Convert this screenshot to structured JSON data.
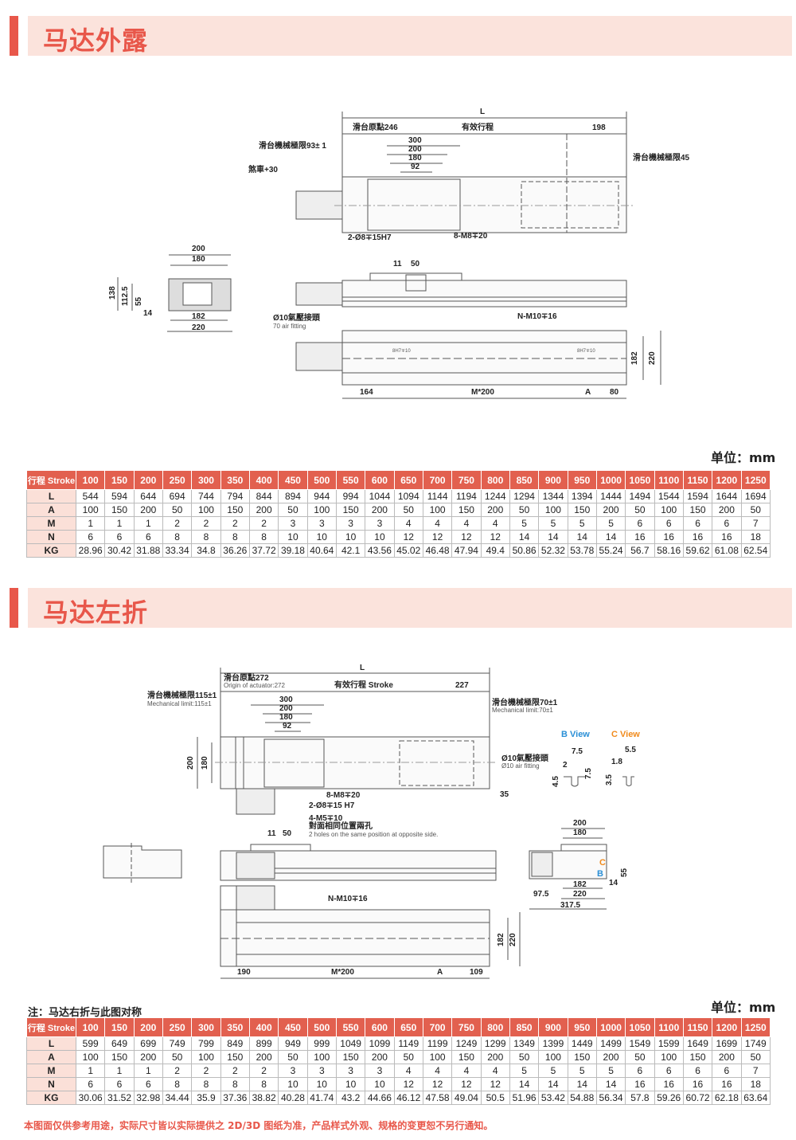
{
  "section1": {
    "title": "马达外露",
    "unit": "单位：mm",
    "drawing": {
      "L": "L",
      "origin": "滑台原點246",
      "stroke": "有效行程",
      "right_len": "198",
      "d300": "300",
      "d200": "200",
      "d180": "180",
      "d92": "92",
      "mech_limit_left": "滑台機械極限93± 1",
      "brake": "煞車+30",
      "mech_limit_right": "滑台機械極限45",
      "pin_holes": "2-Ø8∓15H7",
      "tap_holes": "8-M8∓20",
      "end_200": "200",
      "end_180": "180",
      "end_138": "138",
      "end_112": "112.5",
      "end_55": "55",
      "end_14": "14",
      "end_182": "182",
      "end_220": "220",
      "side_11": "11",
      "side_50": "50",
      "air_fitting_cn": "Ø10氣壓接頭",
      "air_fitting_en": "70 air fitting",
      "mount_holes": "N-M10∓16",
      "pin_left": "8H7∓10",
      "pin_right": "8H7∓10",
      "h182": "182",
      "h220": "220",
      "b164": "164",
      "bM200": "M*200",
      "bA": "A",
      "b80": "80"
    },
    "table": {
      "header": [
        "行程 Stroke",
        "100",
        "150",
        "200",
        "250",
        "300",
        "350",
        "400",
        "450",
        "500",
        "550",
        "600",
        "650",
        "700",
        "750",
        "800",
        "850",
        "900",
        "950",
        "1000",
        "1050",
        "1100",
        "1150",
        "1200",
        "1250"
      ],
      "rows": [
        [
          "L",
          "544",
          "594",
          "644",
          "694",
          "744",
          "794",
          "844",
          "894",
          "944",
          "994",
          "1044",
          "1094",
          "1144",
          "1194",
          "1244",
          "1294",
          "1344",
          "1394",
          "1444",
          "1494",
          "1544",
          "1594",
          "1644",
          "1694"
        ],
        [
          "A",
          "100",
          "150",
          "200",
          "50",
          "100",
          "150",
          "200",
          "50",
          "100",
          "150",
          "200",
          "50",
          "100",
          "150",
          "200",
          "50",
          "100",
          "150",
          "200",
          "50",
          "100",
          "150",
          "200",
          "50"
        ],
        [
          "M",
          "1",
          "1",
          "1",
          "2",
          "2",
          "2",
          "2",
          "3",
          "3",
          "3",
          "3",
          "4",
          "4",
          "4",
          "4",
          "5",
          "5",
          "5",
          "5",
          "6",
          "6",
          "6",
          "6",
          "7"
        ],
        [
          "N",
          "6",
          "6",
          "6",
          "8",
          "8",
          "8",
          "8",
          "10",
          "10",
          "10",
          "10",
          "12",
          "12",
          "12",
          "12",
          "14",
          "14",
          "14",
          "14",
          "16",
          "16",
          "16",
          "16",
          "18"
        ],
        [
          "KG",
          "28.96",
          "30.42",
          "31.88",
          "33.34",
          "34.8",
          "36.26",
          "37.72",
          "39.18",
          "40.64",
          "42.1",
          "43.56",
          "45.02",
          "46.48",
          "47.94",
          "49.4",
          "50.86",
          "52.32",
          "53.78",
          "55.24",
          "56.7",
          "58.16",
          "59.62",
          "61.08",
          "62.54"
        ]
      ]
    }
  },
  "section2": {
    "title": "马达左折",
    "unit": "单位：mm",
    "note": "注：马达右折与此图对称",
    "drawing": {
      "L": "L",
      "origin_cn": "滑台原點272",
      "origin_en": "Origin of actuator:272",
      "stroke": "有效行程 Stroke",
      "right_len": "227",
      "mech_left_cn": "滑台機械極限115±1",
      "mech_left_en": "Mechanical limit:115±1",
      "mech_right_cn": "滑台機械極限70±1",
      "mech_right_en": "Mechanical limit:70±1",
      "d300": "300",
      "d200": "200",
      "d180": "180",
      "d92": "92",
      "v200": "200",
      "v180": "180",
      "air_cn": "Ø10氣壓接頭",
      "air_en": "Ø10 air fitting",
      "d35": "35",
      "tap_holes": "8-M8∓20",
      "pin_holes": "2-Ø8∓15 H7",
      "m5_holes": "4-M5∓10",
      "opposite_cn": "對面相同位置兩孔",
      "opposite_en": "2 holes on the same position at opposite side.",
      "b_view": "B View",
      "c_view": "C View",
      "b75": "7.5",
      "c55": "5.5",
      "b2": "2",
      "b75v": "7.5",
      "c18": "1.8",
      "b45": "4.5",
      "c35": "3.5",
      "side_11": "11",
      "side_50": "50",
      "mount_holes": "N-M10∓16",
      "h182": "182",
      "h220": "220",
      "b190": "190",
      "bM200": "M*200",
      "bA": "A",
      "b109": "109",
      "end_200": "200",
      "end_180": "180",
      "end_55": "55",
      "end_14": "14",
      "end_182": "182",
      "end_220": "220",
      "end_975": "97.5",
      "end_3175": "317.5",
      "mark_c": "C",
      "mark_b": "B"
    },
    "table": {
      "header": [
        "行程 Stroke",
        "100",
        "150",
        "200",
        "250",
        "300",
        "350",
        "400",
        "450",
        "500",
        "550",
        "600",
        "650",
        "700",
        "750",
        "800",
        "850",
        "900",
        "950",
        "1000",
        "1050",
        "1100",
        "1150",
        "1200",
        "1250"
      ],
      "rows": [
        [
          "L",
          "599",
          "649",
          "699",
          "749",
          "799",
          "849",
          "899",
          "949",
          "999",
          "1049",
          "1099",
          "1149",
          "1199",
          "1249",
          "1299",
          "1349",
          "1399",
          "1449",
          "1499",
          "1549",
          "1599",
          "1649",
          "1699",
          "1749"
        ],
        [
          "A",
          "100",
          "150",
          "200",
          "50",
          "100",
          "150",
          "200",
          "50",
          "100",
          "150",
          "200",
          "50",
          "100",
          "150",
          "200",
          "50",
          "100",
          "150",
          "200",
          "50",
          "100",
          "150",
          "200",
          "50"
        ],
        [
          "M",
          "1",
          "1",
          "1",
          "2",
          "2",
          "2",
          "2",
          "3",
          "3",
          "3",
          "3",
          "4",
          "4",
          "4",
          "4",
          "5",
          "5",
          "5",
          "5",
          "6",
          "6",
          "6",
          "6",
          "7"
        ],
        [
          "N",
          "6",
          "6",
          "6",
          "8",
          "8",
          "8",
          "8",
          "10",
          "10",
          "10",
          "10",
          "12",
          "12",
          "12",
          "12",
          "14",
          "14",
          "14",
          "14",
          "16",
          "16",
          "16",
          "16",
          "18"
        ],
        [
          "KG",
          "30.06",
          "31.52",
          "32.98",
          "34.44",
          "35.9",
          "37.36",
          "38.82",
          "40.28",
          "41.74",
          "43.2",
          "44.66",
          "46.12",
          "47.58",
          "49.04",
          "50.5",
          "51.96",
          "53.42",
          "54.88",
          "56.34",
          "57.8",
          "59.26",
          "60.72",
          "62.18",
          "63.64"
        ]
      ]
    }
  },
  "footer": "本图面仅供参考用途，实际尺寸皆以实际提供之 2D/3D 图纸为准，产品样式外观、规格的变更恕不另行通知。",
  "colors": {
    "accent": "#e8574a",
    "band": "#fbe3dc",
    "table_header": "#e2604f",
    "row_header": "#fbe0d8",
    "b_view": "#2a8fd6",
    "c_view": "#f08a1c"
  }
}
